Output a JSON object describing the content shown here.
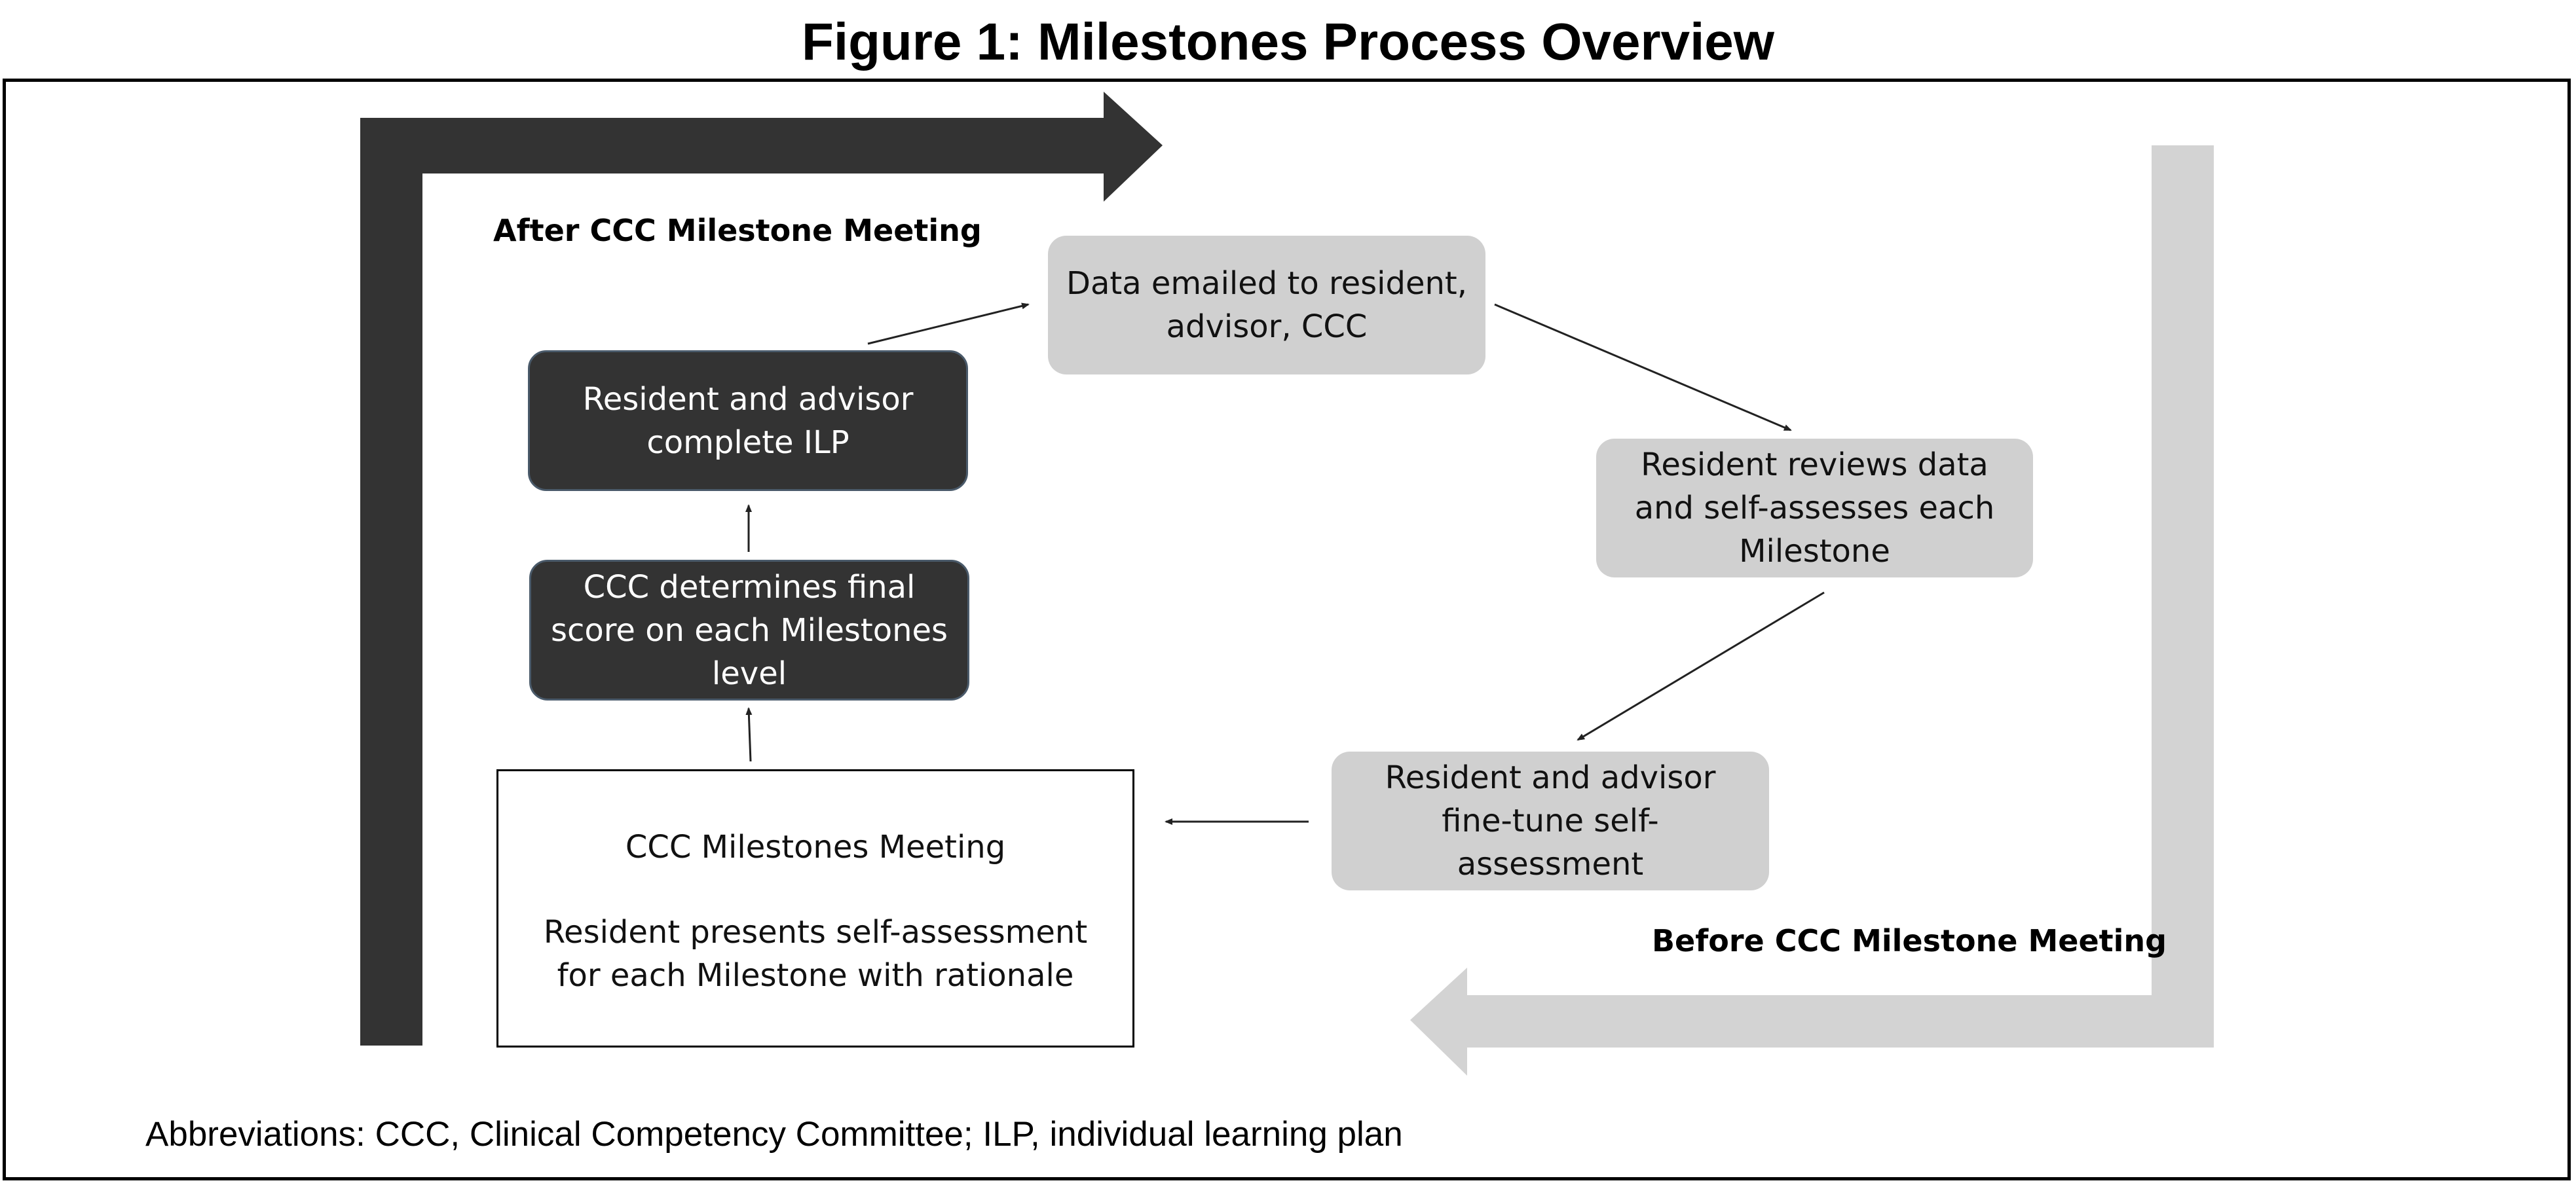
{
  "figure": {
    "title": "Figure 1: Milestones Process Overview",
    "after_label": "After CCC Milestone Meeting",
    "before_label": "Before CCC Milestone Meeting",
    "steps": {
      "data_emailed": "Data emailed to resident, advisor, CCC",
      "resident_reviews": "Resident reviews data and self-assesses each Milestone",
      "fine_tune": "Resident and advisor fine-tune self-assessment",
      "meeting_title": "CCC Milestones Meeting",
      "meeting_detail": "Resident presents self-assessment for each Milestone with rationale",
      "ccc_determines": "CCC determines final score on each Milestones level",
      "complete_ilp": "Resident and advisor complete ILP"
    },
    "abbreviations": "Abbreviations: CCC, Clinical Competency Committee; ILP, individual learning plan"
  },
  "colors": {
    "dark_fill": "#333333",
    "dark_border": "#4a5a6a",
    "light_fill": "#d0d0d0",
    "big_dark_arrow": "#333333",
    "big_light_arrow": "#d3d3d3",
    "connector": "#222222"
  }
}
